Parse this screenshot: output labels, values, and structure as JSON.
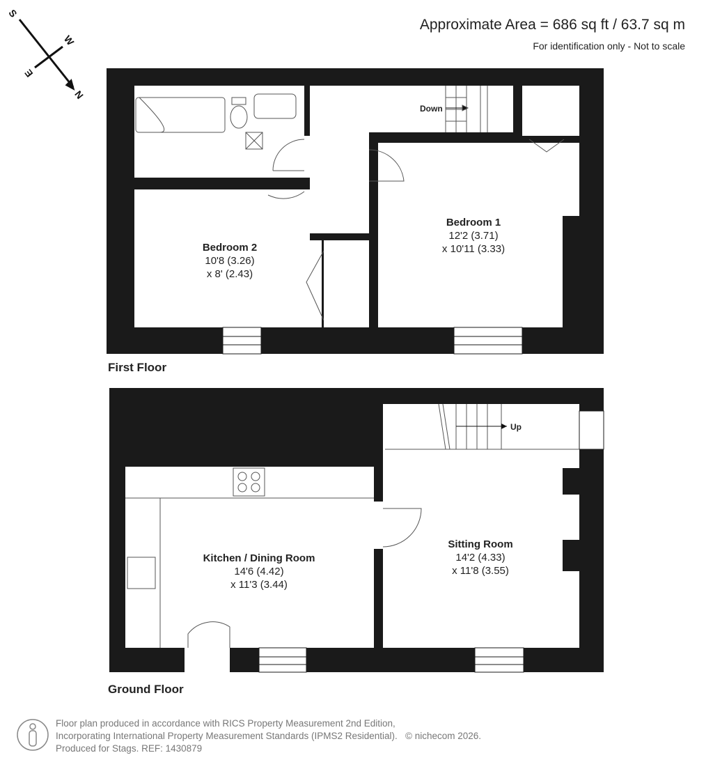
{
  "header": {
    "area": "Approximate Area = 686 sq ft / 63.7 sq m",
    "identification": "For identification only - Not to scale"
  },
  "compass": {
    "n": "N",
    "s": "S",
    "e": "E",
    "w": "W"
  },
  "first_floor": {
    "label": "First Floor",
    "stairs_label": "Down",
    "rooms": [
      {
        "name": "Bedroom 2",
        "dim1": "10'8 (3.26)",
        "dim2": "x 8' (2.43)"
      },
      {
        "name": "Bedroom 1",
        "dim1": "12'2 (3.71)",
        "dim2": "x 10'11 (3.33)"
      }
    ]
  },
  "ground_floor": {
    "label": "Ground Floor",
    "stairs_label": "Up",
    "rooms": [
      {
        "name": "Kitchen / Dining Room",
        "dim1": "14'6 (4.42)",
        "dim2": "x 11'3 (3.44)"
      },
      {
        "name": "Sitting Room",
        "dim1": "14'2 (4.33)",
        "dim2": "x 11'8 (3.55)"
      }
    ]
  },
  "footer": {
    "line1": "Floor plan produced in accordance with RICS Property Measurement 2nd Edition,",
    "line2": "Incorporating International Property Measurement Standards (IPMS2 Residential).",
    "copyright": "© nichecom 2026.",
    "line3": "Produced for Stags.   REF: 1430879"
  },
  "colors": {
    "wall": "#1a1a1a",
    "text": "#222222",
    "footer_text": "#777777"
  }
}
